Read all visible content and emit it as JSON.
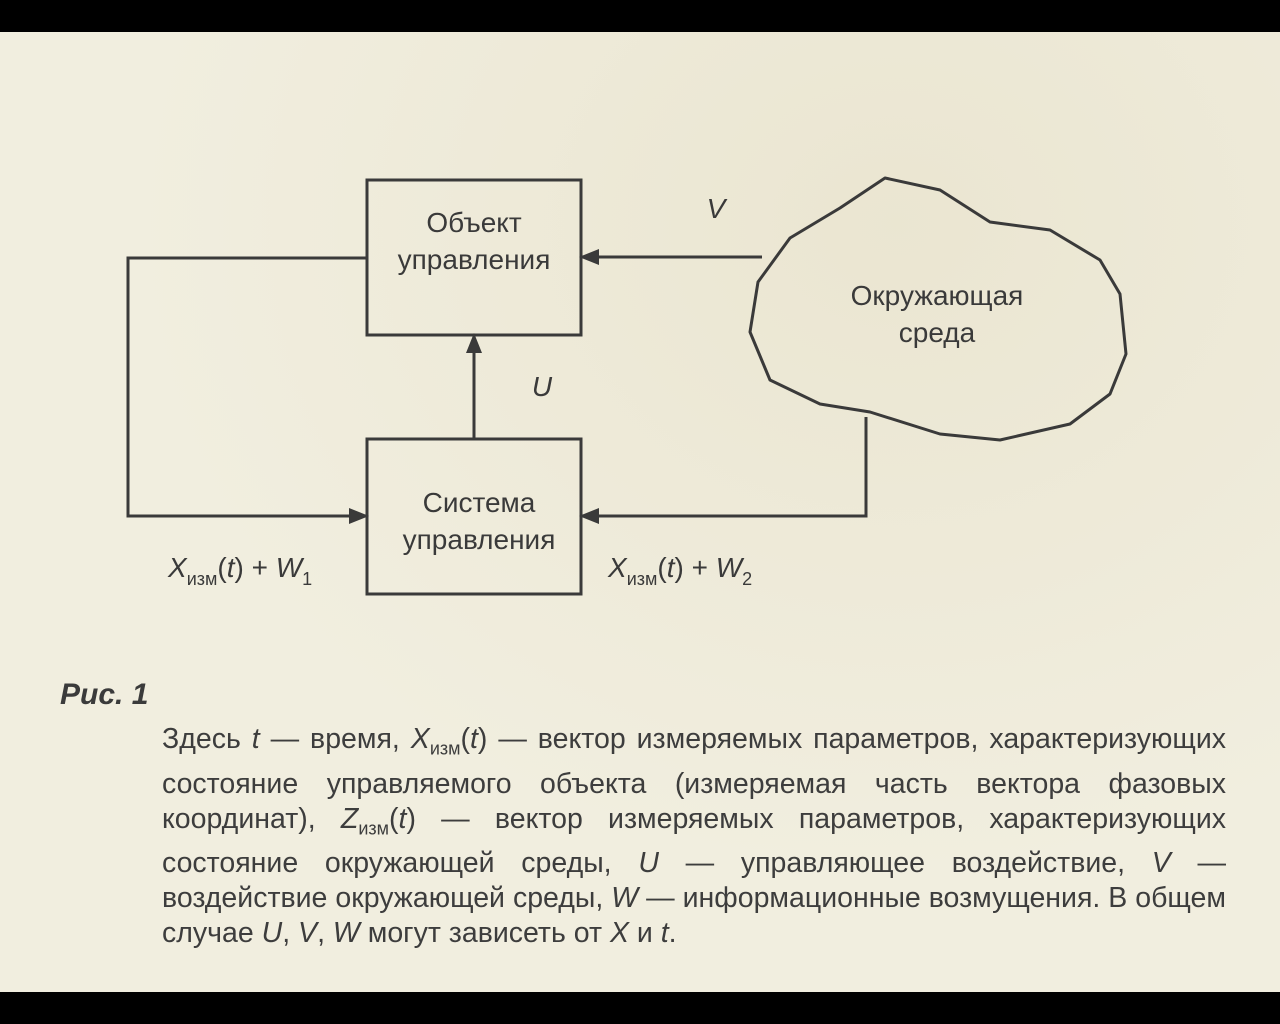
{
  "diagram": {
    "object_box": {
      "line1": "Объект",
      "line2": "управления"
    },
    "control_box": {
      "line1": "Система",
      "line2": "управления"
    },
    "environment": {
      "line1": "Окружающая",
      "line2": "среда"
    },
    "label_v": "V",
    "label_u": "U",
    "feedback_left": {
      "x": "X",
      "x_sub": "изм",
      "t_open": "(",
      "t": "t",
      "t_close": ")",
      "plus": " + ",
      "w": "W",
      "w_sub": "1"
    },
    "feedback_right": {
      "x": "X",
      "x_sub": "изм",
      "t_open": "(",
      "t": "t",
      "t_close": ")",
      "plus": " + ",
      "w": "W",
      "w_sub": "2"
    }
  },
  "caption": {
    "title": "Рис. 1",
    "seg1": "Здесь ",
    "t1": "t",
    "seg2": " — время, ",
    "x1": "X",
    "x1_sub": "изм",
    "seg3": "(",
    "t2": "t",
    "seg4": ") — вектор измеряемых параметров, характеризующих состояние управляемого объекта (измеряемая часть вектора фазовых координат), ",
    "z1": "Z",
    "z1_sub": "изм",
    "seg5": "(",
    "t3": "t",
    "seg6": ") — вектор измеряемых параметров, характеризующих состояние окружающей среды, ",
    "u1": "U",
    "seg7": " — управляющее воздействие, ",
    "v1": "V",
    "seg8": " — воздействие окружающей среды, ",
    "w1": "W",
    "seg9": " — информационные возмущения. В общем случае ",
    "u2": "U",
    "seg10": ", ",
    "v2": "V",
    "seg11": ", ",
    "w2": "W",
    "seg12": " могут зависеть от ",
    "x2": "X",
    "seg13": " и ",
    "t4": "t",
    "seg14": "."
  },
  "colors": {
    "paper": "#f1eedf",
    "ink": "#3a3a3a",
    "border": "#000000"
  }
}
